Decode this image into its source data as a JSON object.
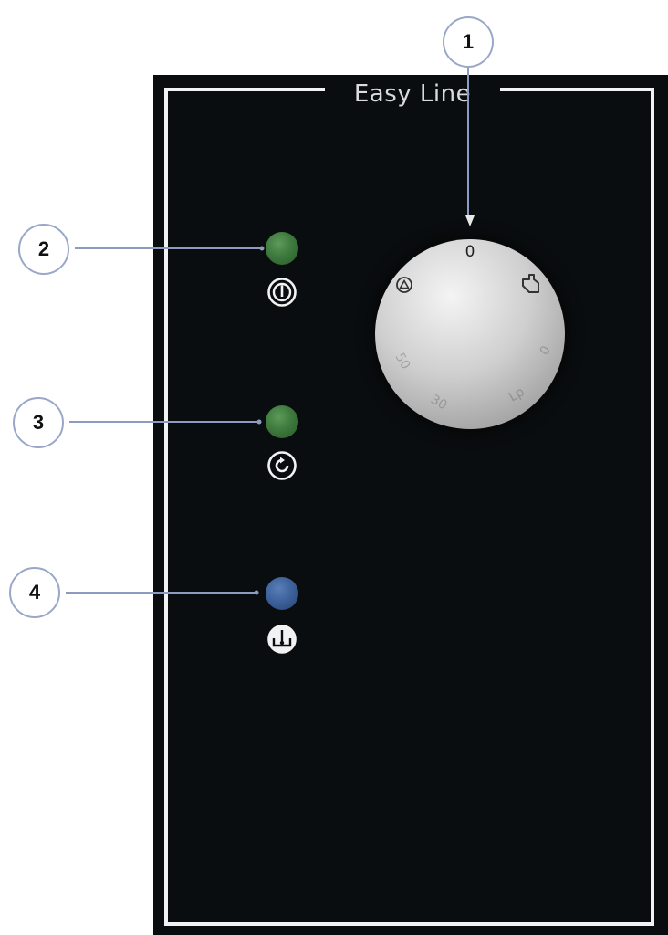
{
  "panel": {
    "brand": "Easy Line",
    "background_color": "#0a0d0f",
    "frame_color": "#f2f2f2"
  },
  "knob": {
    "position_label": "0",
    "left_symbol": "triangle-in-circle-icon",
    "right_symbol": "hand-pointer-icon"
  },
  "indicators": [
    {
      "callout": "2",
      "led_color": "#3e7a3d",
      "symbol": "power-icon"
    },
    {
      "callout": "3",
      "led_color": "#3e7a3d",
      "symbol": "cycle-icon"
    },
    {
      "callout": "4",
      "led_color": "#3b5f98",
      "symbol": "drain-tank-icon"
    }
  ],
  "callouts": {
    "knob": "1",
    "led_power": "2",
    "led_cycle": "3",
    "led_drain": "4"
  }
}
